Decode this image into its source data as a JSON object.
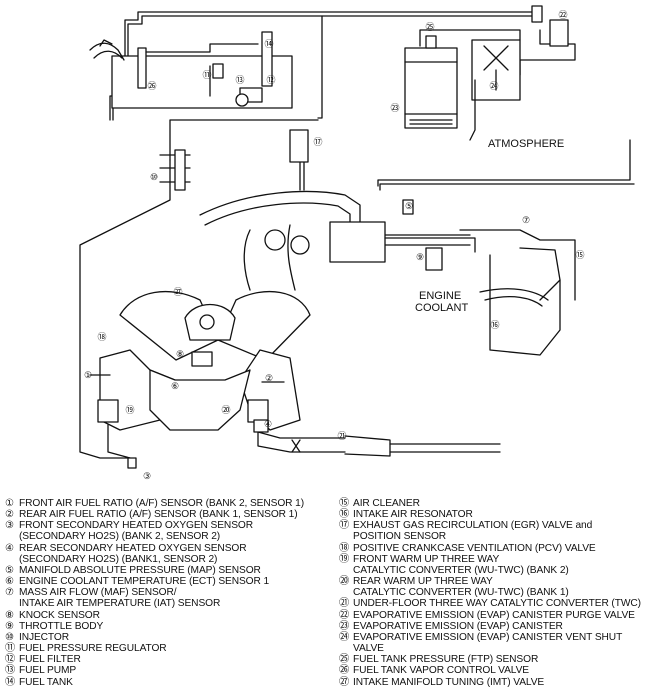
{
  "diagram_labels": {
    "atmosphere": "ATMOSPHERE",
    "engine_coolant_line1": "ENGINE",
    "engine_coolant_line2": "COOLANT"
  },
  "callouts": [
    "①",
    "②",
    "③",
    "④",
    "⑤",
    "⑥",
    "⑦",
    "⑧",
    "⑨",
    "⑩",
    "⑪",
    "⑫",
    "⑬",
    "⑭",
    "⑮",
    "⑯",
    "⑰",
    "⑱",
    "⑲",
    "⑳",
    "㉑",
    "㉒",
    "㉓",
    "㉔",
    "㉕",
    "㉖",
    "㉗"
  ],
  "legend_left": [
    {
      "num": "①",
      "lines": [
        "FRONT AIR FUEL RATIO (A/F) SENSOR (BANK 2, SENSOR 1)"
      ]
    },
    {
      "num": "②",
      "lines": [
        "REAR AIR FUEL RATIO (A/F) SENSOR (BANK 1, SENSOR 1)"
      ]
    },
    {
      "num": "③",
      "lines": [
        "FRONT SECONDARY HEATED OXYGEN SENSOR",
        "(SECONDARY HO2S) (BANK 2, SENSOR 2)"
      ]
    },
    {
      "num": "④",
      "lines": [
        "REAR SECONDARY HEATED OXYGEN SENSOR",
        "(SECONDARY HO2S) (BANK1, SENSOR 2)"
      ]
    },
    {
      "num": "⑤",
      "lines": [
        "MANIFOLD ABSOLUTE PRESSURE (MAP) SENSOR"
      ]
    },
    {
      "num": "⑥",
      "lines": [
        "ENGINE COOLANT TEMPERATURE (ECT) SENSOR 1"
      ]
    },
    {
      "num": "⑦",
      "lines": [
        "MASS AIR FLOW (MAF) SENSOR/",
        "INTAKE AIR TEMPERATURE (IAT) SENSOR"
      ]
    },
    {
      "num": "⑧",
      "lines": [
        "KNOCK SENSOR"
      ]
    },
    {
      "num": "⑨",
      "lines": [
        "THROTTLE BODY"
      ]
    },
    {
      "num": "⑩",
      "lines": [
        "INJECTOR"
      ]
    },
    {
      "num": "⑪",
      "lines": [
        "FUEL PRESSURE REGULATOR"
      ]
    },
    {
      "num": "⑫",
      "lines": [
        "FUEL FILTER"
      ]
    },
    {
      "num": "⑬",
      "lines": [
        "FUEL PUMP"
      ]
    },
    {
      "num": "⑭",
      "lines": [
        "FUEL TANK"
      ]
    }
  ],
  "legend_right": [
    {
      "num": "⑮",
      "lines": [
        "AIR CLEANER"
      ]
    },
    {
      "num": "⑯",
      "lines": [
        "INTAKE AIR RESONATOR"
      ]
    },
    {
      "num": "⑰",
      "lines": [
        "EXHAUST GAS RECIRCULATION (EGR) VALVE and",
        "POSITION SENSOR"
      ]
    },
    {
      "num": "⑱",
      "lines": [
        "POSITIVE CRANKCASE VENTILATION (PCV) VALVE"
      ]
    },
    {
      "num": "⑲",
      "lines": [
        "FRONT WARM UP THREE WAY",
        "CATALYTIC CONVERTER (WU-TWC) (BANK 2)"
      ]
    },
    {
      "num": "⑳",
      "lines": [
        "REAR WARM UP THREE WAY",
        "CATALYTIC CONVERTER (WU-TWC) (BANK 1)"
      ]
    },
    {
      "num": "㉑",
      "lines": [
        "UNDER-FLOOR THREE WAY CATALYTIC CONVERTER (TWC)"
      ]
    },
    {
      "num": "㉒",
      "lines": [
        "EVAPORATIVE EMISSION (EVAP) CANISTER PURGE VALVE"
      ]
    },
    {
      "num": "㉓",
      "lines": [
        "EVAPORATIVE EMISSION (EVAP) CANISTER"
      ]
    },
    {
      "num": "㉔",
      "lines": [
        "EVAPORATIVE EMISSION (EVAP) CANISTER VENT SHUT",
        "VALVE"
      ]
    },
    {
      "num": "㉕",
      "lines": [
        "FUEL TANK PRESSURE (FTP) SENSOR"
      ]
    },
    {
      "num": "㉖",
      "lines": [
        "FUEL TANK VAPOR CONTROL VALVE"
      ]
    },
    {
      "num": "㉗",
      "lines": [
        "INTAKE MANIFOLD TUNING (IMT) VALVE"
      ]
    }
  ]
}
